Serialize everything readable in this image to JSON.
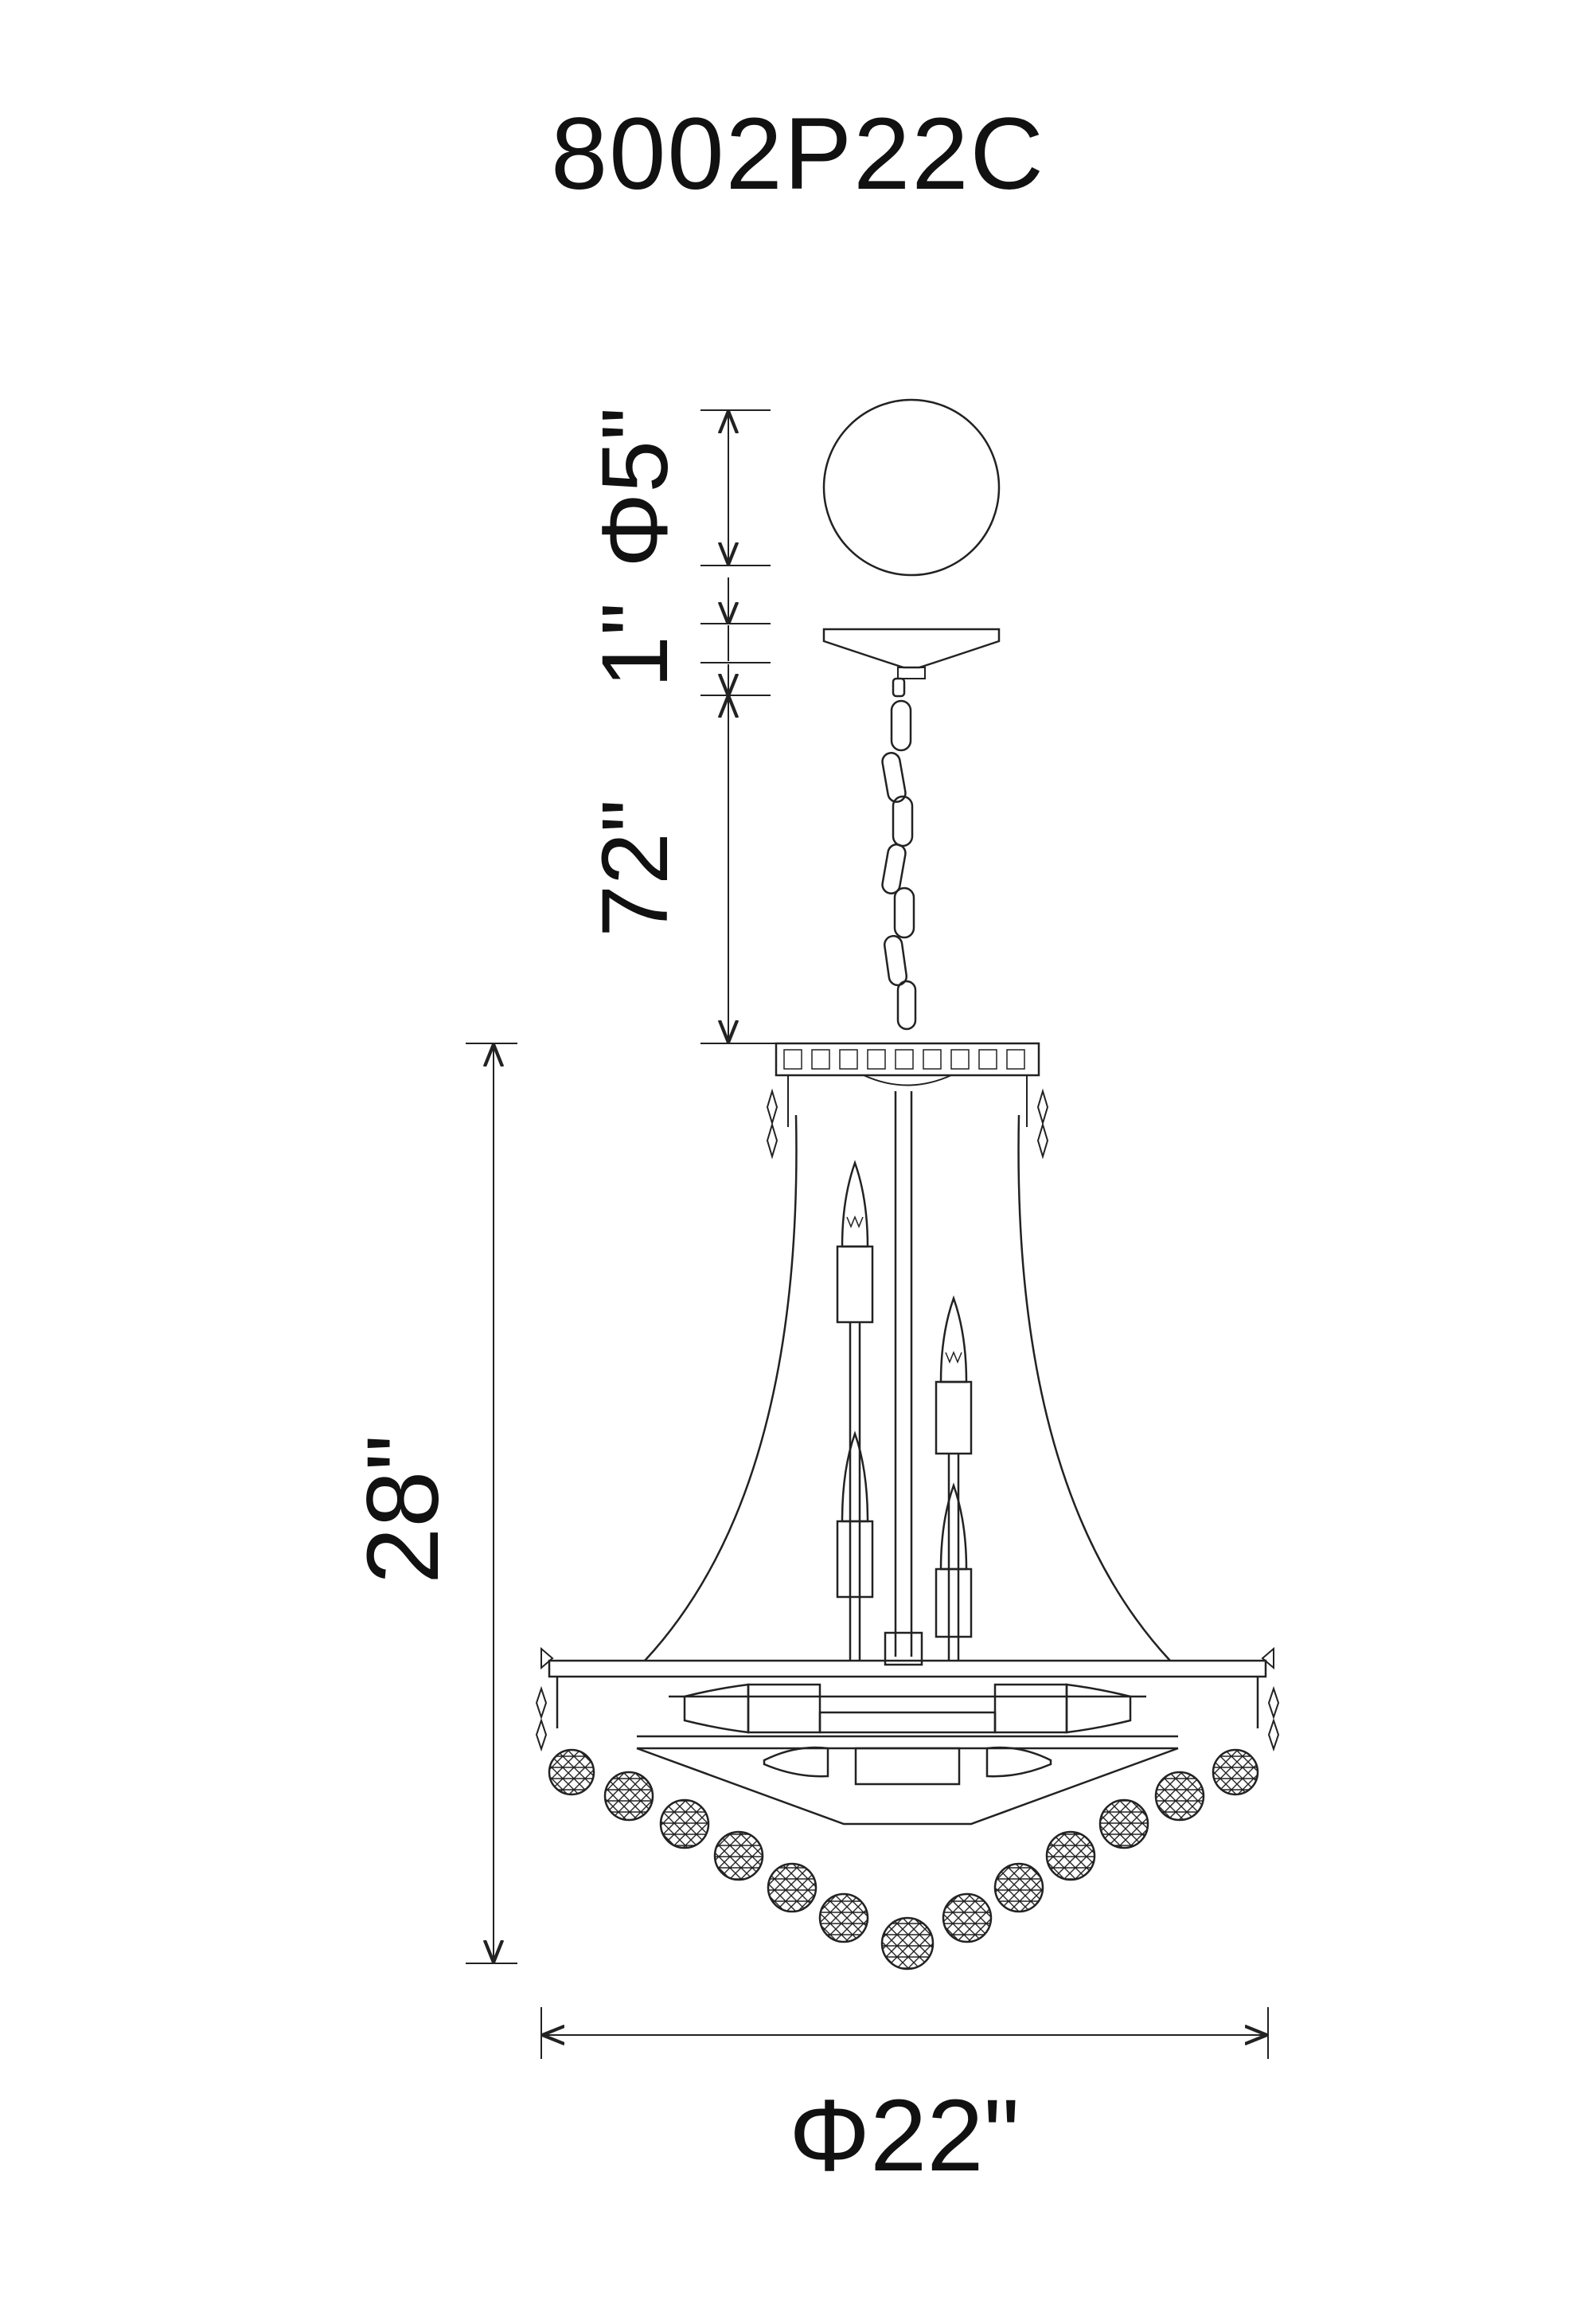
{
  "model_number": "8002P22C",
  "dimensions": {
    "canopy_diameter": "Φ5\"",
    "canopy_height": "1\"",
    "chain_length": "72\"",
    "fixture_height": "28\"",
    "fixture_diameter": "Φ22\""
  }
}
